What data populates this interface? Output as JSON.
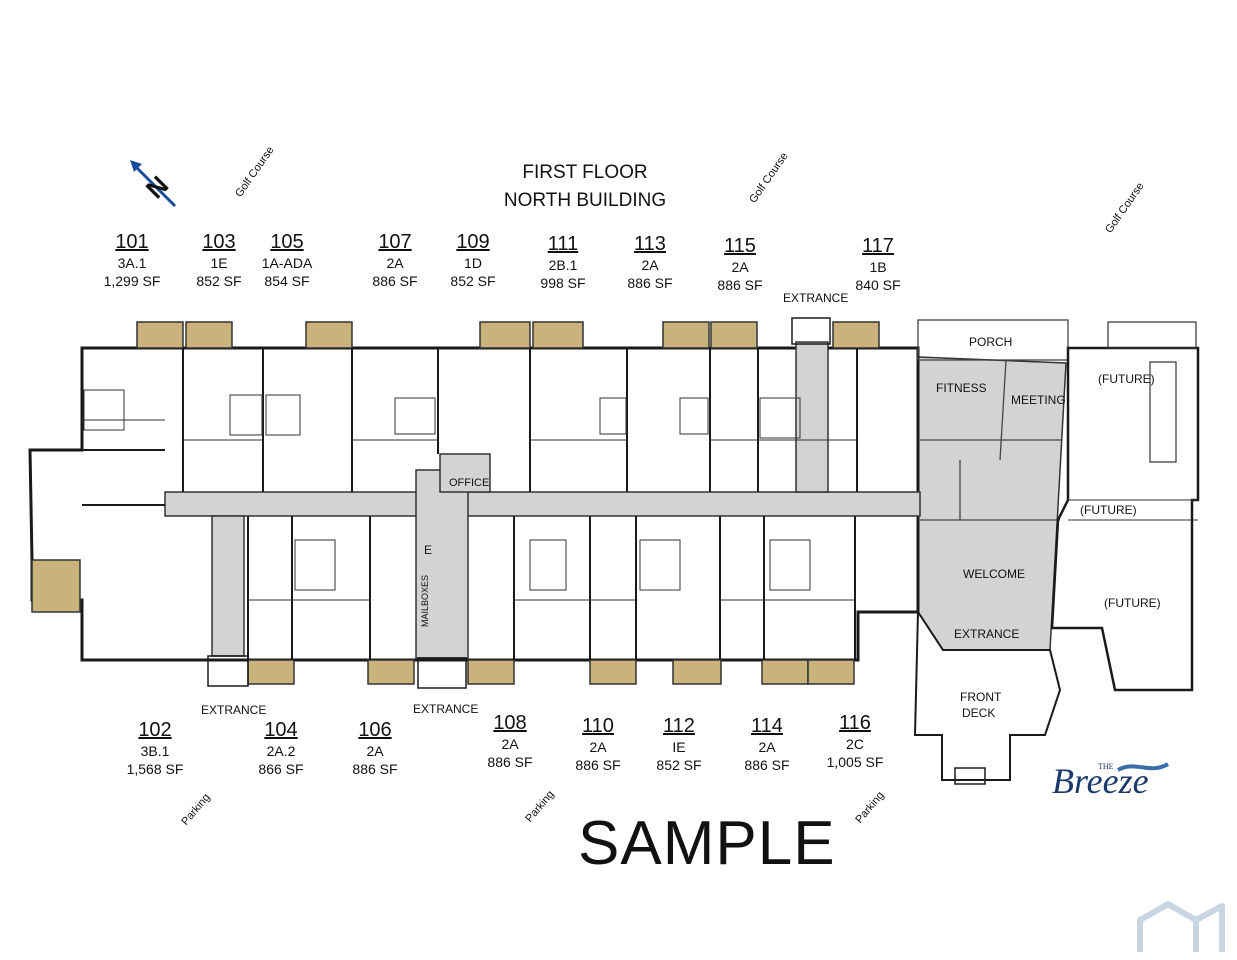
{
  "header": {
    "title_line1": "FIRST FLOOR",
    "title_line2": "NORTH BUILDING"
  },
  "compass": {
    "letter": "N"
  },
  "units_top": [
    {
      "num": "101",
      "type": "3A.1",
      "sf": "1,299 SF"
    },
    {
      "num": "103",
      "type": "1E",
      "sf": "852 SF"
    },
    {
      "num": "105",
      "type": "1A-ADA",
      "sf": "854 SF"
    },
    {
      "num": "107",
      "type": "2A",
      "sf": "886 SF"
    },
    {
      "num": "109",
      "type": "1D",
      "sf": "852 SF"
    },
    {
      "num": "111",
      "type": "2B.1",
      "sf": "998 SF"
    },
    {
      "num": "113",
      "type": "2A",
      "sf": "886 SF"
    },
    {
      "num": "115",
      "type": "2A",
      "sf": "886 SF"
    },
    {
      "num": "117",
      "type": "1B",
      "sf": "840 SF"
    }
  ],
  "units_bottom": [
    {
      "num": "102",
      "type": "3B.1",
      "sf": "1,568 SF"
    },
    {
      "num": "104",
      "type": "2A.2",
      "sf": "866 SF"
    },
    {
      "num": "106",
      "type": "2A",
      "sf": "886 SF"
    },
    {
      "num": "108",
      "type": "2A",
      "sf": "886 SF"
    },
    {
      "num": "110",
      "type": "2A",
      "sf": "886 SF"
    },
    {
      "num": "112",
      "type": "IE",
      "sf": "852 SF"
    },
    {
      "num": "114",
      "type": "2A",
      "sf": "886 SF"
    },
    {
      "num": "116",
      "type": "2C",
      "sf": "1,005 SF"
    }
  ],
  "rooms": {
    "porch": "PORCH",
    "fitness": "FITNESS",
    "meeting": "MEETING",
    "future_1": "(FUTURE)",
    "future_2": "(FUTURE)",
    "future_3": "(FUTURE)",
    "office": "OFFICE",
    "welcome": "WELCOME",
    "extrance_amenity": "EXTRANCE",
    "front_deck_1": "FRONT",
    "front_deck_2": "DECK",
    "mailboxes": "MAILBOXES",
    "elevator": "E"
  },
  "entrances": {
    "top": "EXTRANCE",
    "bottom_left": "EXTRANCE",
    "bottom_center": "EXTRANCE"
  },
  "surroundings": {
    "golf_1": "Golf Course",
    "golf_2": "Golf Course",
    "golf_3": "Golf Course",
    "parking_1": "Parking",
    "parking_2": "Parking",
    "parking_3": "Parking"
  },
  "watermark": "SAMPLE",
  "brand": {
    "name": "Breeze",
    "prefix": "THE"
  },
  "colors": {
    "balcony": "#c9b27c",
    "common": "#d3d3d6",
    "wall": "#1a1a1a"
  }
}
